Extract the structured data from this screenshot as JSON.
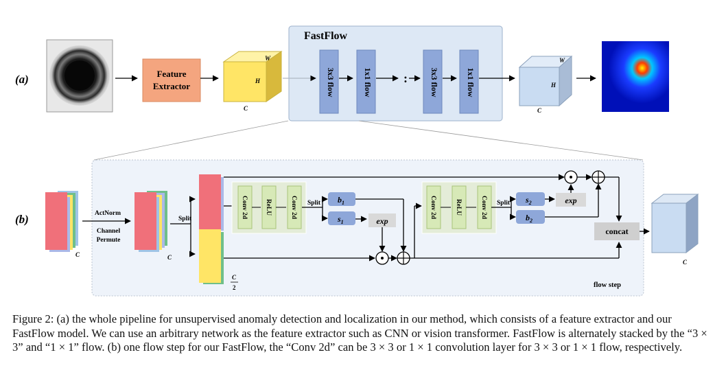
{
  "panel_a": {
    "label": "(a)",
    "feature_extractor": [
      "Feature",
      "Extractor"
    ],
    "input_cube": {
      "w": "W",
      "h": "H",
      "c": "C"
    },
    "fastflow": {
      "title": "FastFlow",
      "flows": [
        "3x3 flow",
        "1x1 flow",
        "3x3 flow",
        "1x1 flow"
      ],
      "dots": ":"
    },
    "output_cube": {
      "w": "W",
      "h": "H",
      "c": "C"
    }
  },
  "panel_b": {
    "label": "(b)",
    "input_c": "C",
    "actnorm": "ActNorm",
    "channel_permute": [
      "Channel",
      "Permute"
    ],
    "permuted_c": "C",
    "split1": "Split",
    "half_c_num": "C",
    "half_c_den": "2",
    "conv_block1": [
      "Conv 2d",
      "ReLU",
      "Conv 2d"
    ],
    "split2": "Split",
    "b1": "b",
    "b1_sub": "1",
    "s1": "s",
    "s1_sub": "1",
    "exp1": "exp",
    "conv_block2": [
      "Conv 2d",
      "ReLU",
      "Conv 2d"
    ],
    "split3": "Split",
    "s2": "s",
    "s2_sub": "2",
    "b2": "b",
    "b2_sub": "2",
    "exp2": "exp",
    "concat": "concat",
    "output_c": "C",
    "flow_step": "flow step",
    "odot": "⊙",
    "oplus": "+"
  },
  "colors": {
    "feature_extractor": "#f4a57f",
    "cube_yellow": "#ffe566",
    "cube_blue": "#c9dcf2",
    "flow_block": "#8ea7d9",
    "conv_green": "#d7e9b7",
    "panel_bg": "#eef3fa",
    "concat_gray": "#cfcfcf",
    "exp_gray": "#d9d9d9"
  },
  "caption": [
    "Figure 2: (a) the whole pipeline for unsupervised anomaly detection and localization in our method, which consists of a feature",
    "extractor and our FastFlow model. We can use an arbitrary network as the feature extractor such as CNN or vision transformer.",
    "FastFlow is alternately stacked by the “3 × 3” and “1 × 1” flow. (b) one flow step for our FastFlow, the “Conv 2d” can be 3 × 3",
    "or 1 × 1 convolution layer for 3 × 3 or 1 × 1 flow, respectively."
  ]
}
